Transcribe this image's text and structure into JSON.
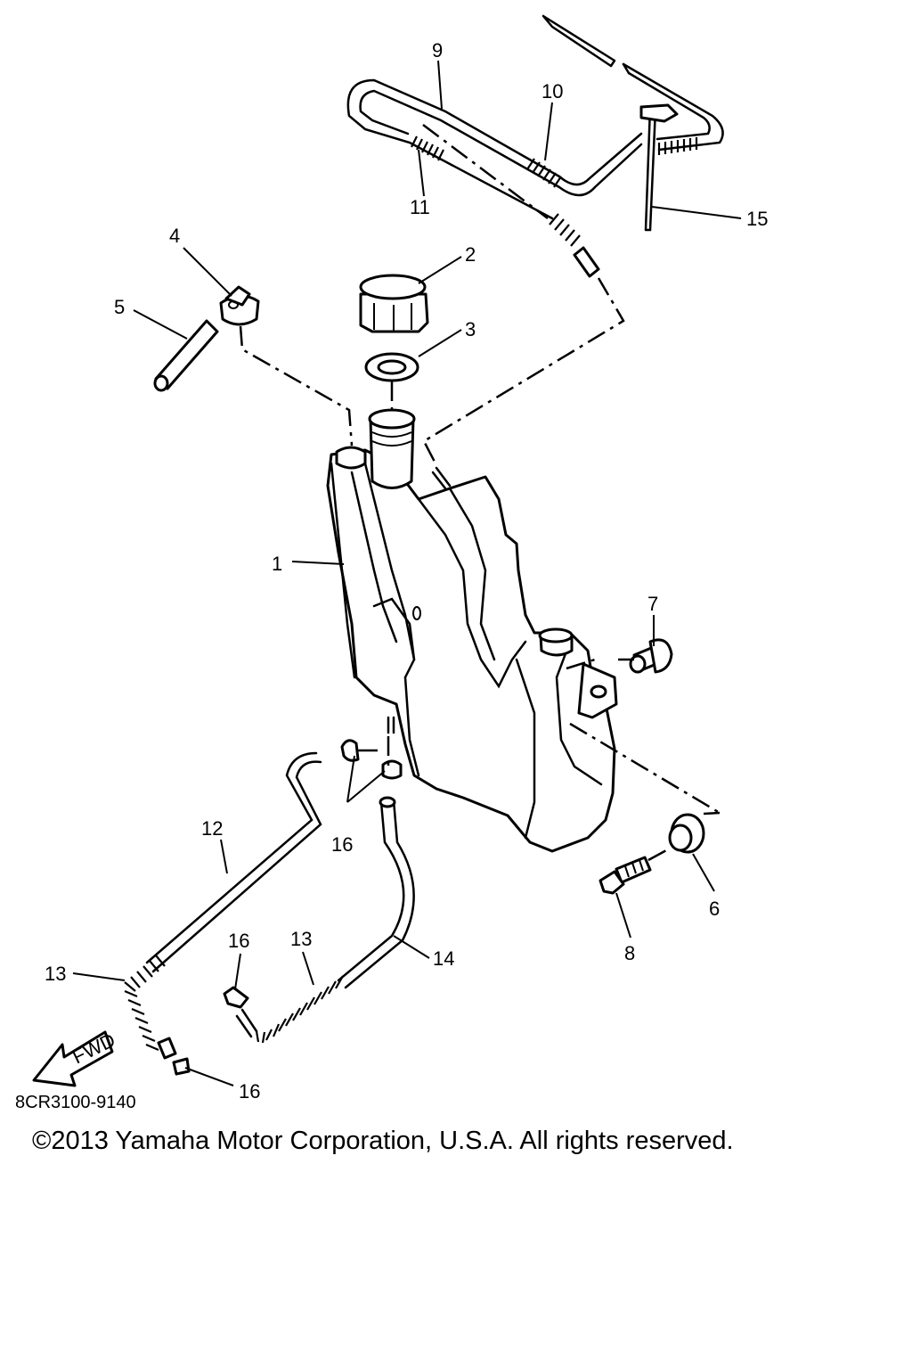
{
  "diagram": {
    "code": "8CR3100-9140",
    "copyright": "©2013 Yamaha Motor Corporation, U.S.A. All rights reserved.",
    "fwd_arrow_text": "FWD",
    "callouts": {
      "c1": "1",
      "c2": "2",
      "c3": "3",
      "c4": "4",
      "c5": "5",
      "c6": "6",
      "c7": "7",
      "c8": "8",
      "c9": "9",
      "c10": "10",
      "c11": "11",
      "c12": "12",
      "c13a": "13",
      "c13b": "13",
      "c14": "14",
      "c15": "15",
      "c16a": "16",
      "c16b": "16",
      "c16c": "16"
    }
  }
}
